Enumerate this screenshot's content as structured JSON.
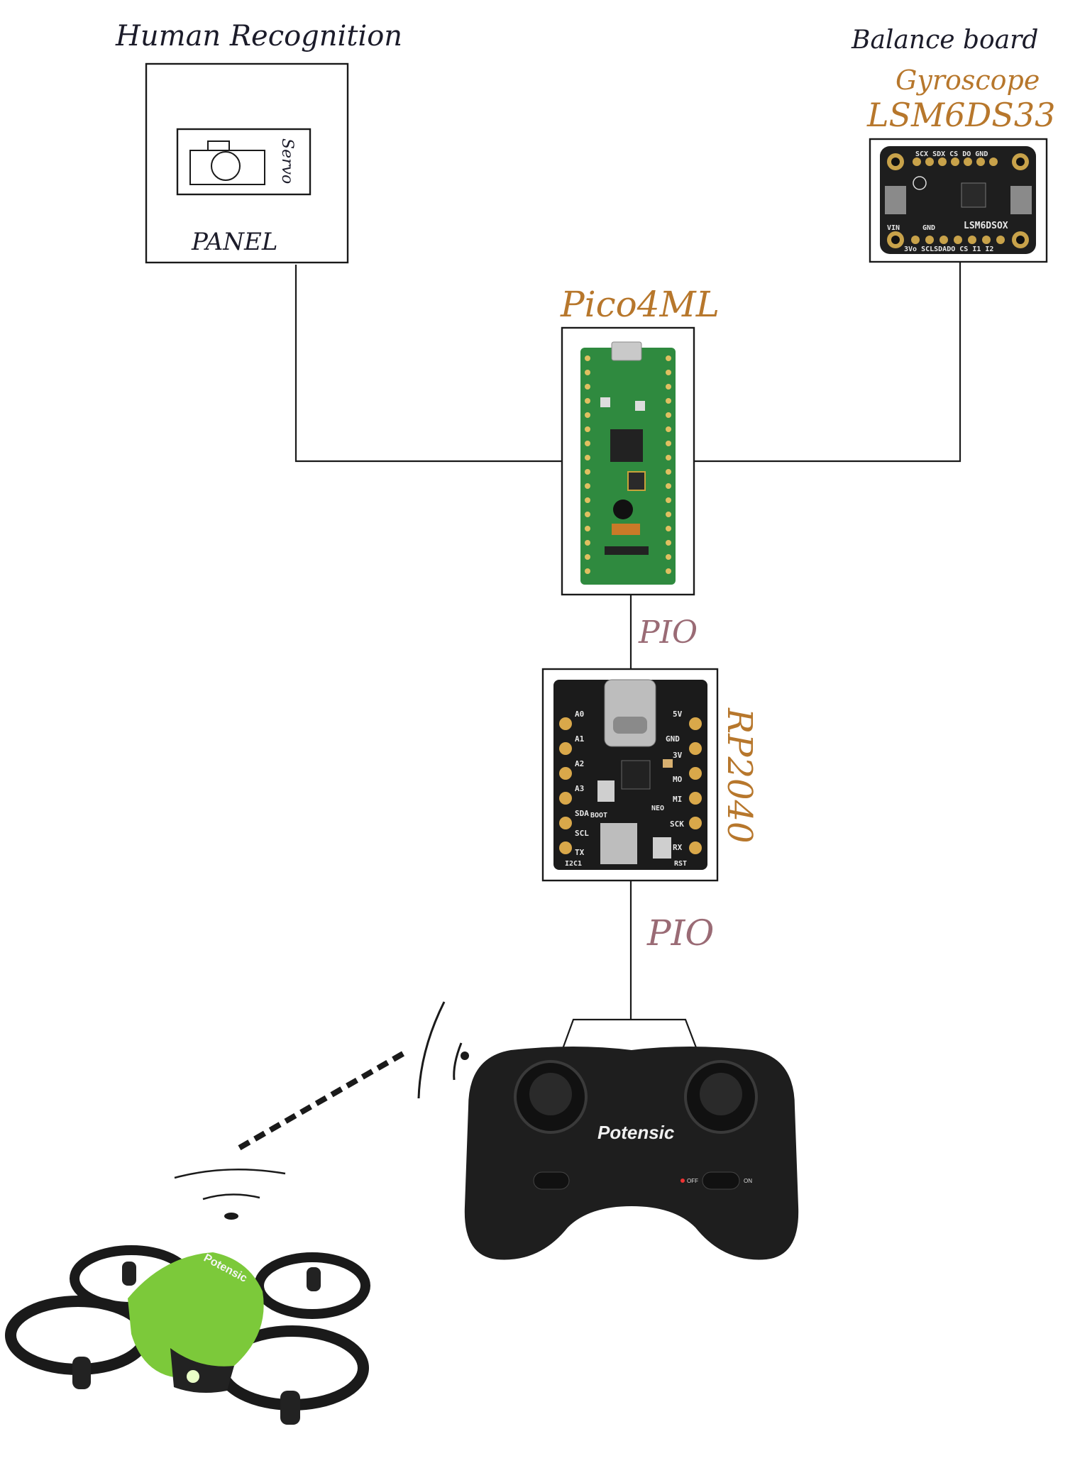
{
  "labels": {
    "human_recognition": "Human Recognition",
    "panel": "PANEL",
    "servo": "Servo",
    "balance_board": "Balance board",
    "gyroscope": "Gyroscope",
    "gyro_model": "LSM6DS33",
    "pico4ml": "Pico4ML",
    "pio_1": "PIO",
    "rp2040": "RP2040",
    "pio_2": "PIO"
  },
  "gyro_board": {
    "top_pins": "SCX SDX CS DO GND",
    "chip_label": "LSM6DSOX",
    "vin": "VIN",
    "gnd": "GND",
    "bottom_pins": "3Vo  SCLSDADO CS  I1  I2"
  },
  "qtpy_board": {
    "left_pins": [
      "A0",
      "A1",
      "A2",
      "A3",
      "SDA",
      "SCL",
      "TX"
    ],
    "right_pins": [
      "5V",
      "GND",
      "3V",
      "MO",
      "MI",
      "SCK",
      "RX"
    ],
    "boot": "BOOT",
    "neo": "NEO",
    "rst": "RST",
    "i2c": "I2C1"
  },
  "controller": {
    "brand": "Potensic",
    "off": "OFF",
    "on": "ON"
  },
  "drone": {
    "brand": "Potensic"
  },
  "colors": {
    "ink": "#1c1c2a",
    "orange": "#b7772c",
    "pink": "#9a6b75",
    "pcb_green": "#2f8a3f",
    "pcb_black": "#1b1b1b",
    "drone_green": "#7cc93a"
  }
}
